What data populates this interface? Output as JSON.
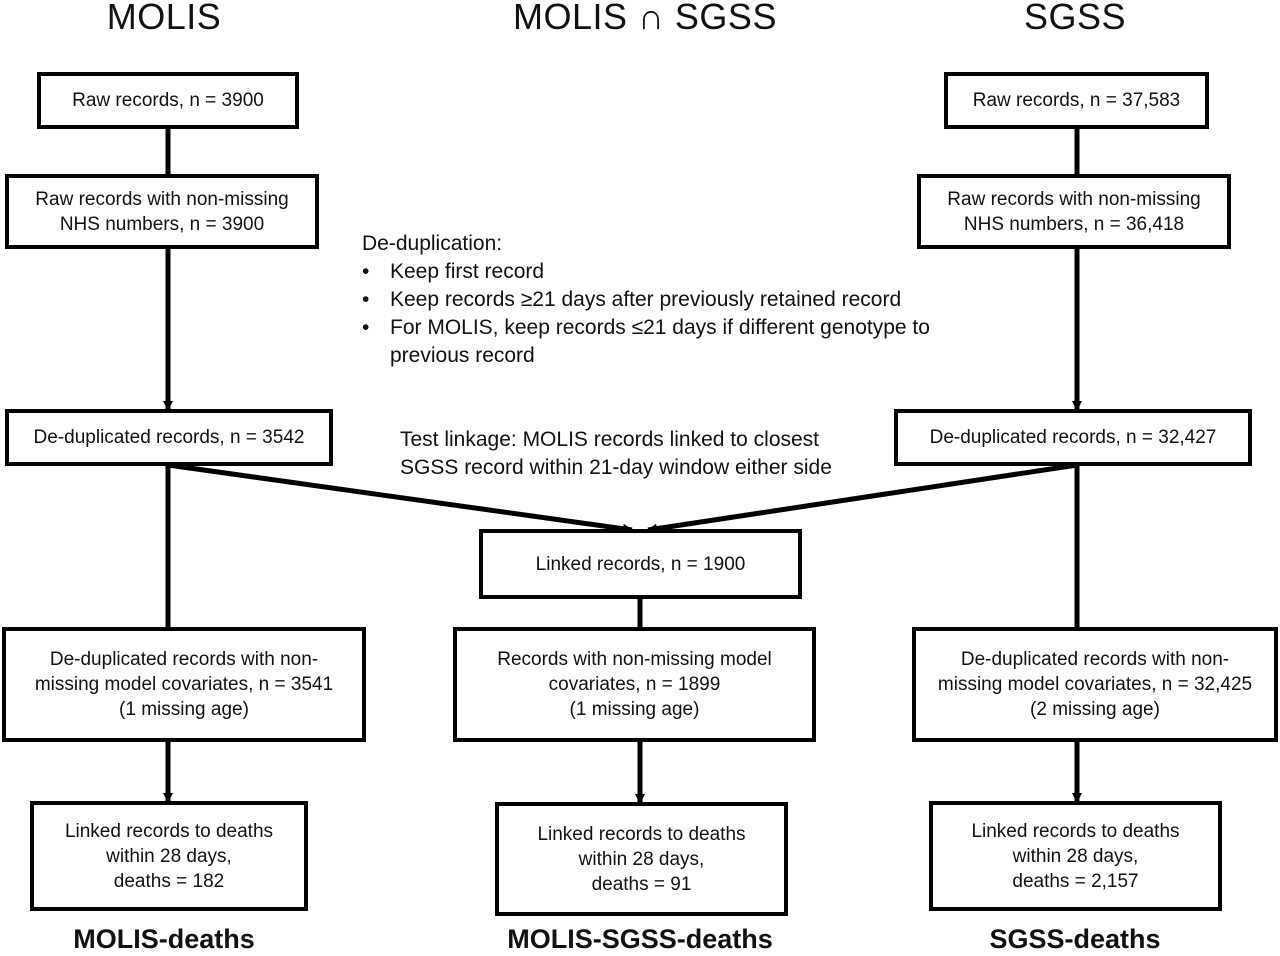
{
  "headers": {
    "molis": "MOLIS",
    "intersection": "MOLIS ∩ SGSS",
    "sgss": "SGSS"
  },
  "molis": {
    "raw": "Raw records, n = 3900",
    "nonmissing": [
      "Raw records with non-missing",
      "NHS numbers, n = 3900"
    ],
    "dedup": "De-duplicated records, n = 3542",
    "covariates": [
      "De-duplicated records with non-",
      "missing model covariates, n = 3541",
      "(1 missing age)"
    ],
    "deaths": [
      "Linked records to deaths",
      "within 28 days,",
      "deaths = 182"
    ],
    "footer": "MOLIS-deaths"
  },
  "linked": {
    "linked": "Linked records, n = 1900",
    "covariates": [
      "Records with non-missing model",
      "covariates, n = 1899",
      "(1 missing age)"
    ],
    "deaths": [
      "Linked records to deaths",
      "within 28 days,",
      "deaths = 91"
    ],
    "footer": "MOLIS-SGSS-deaths"
  },
  "sgss": {
    "raw": "Raw records, n = 37,583",
    "nonmissing": [
      "Raw records with non-missing",
      "NHS numbers, n = 36,418"
    ],
    "dedup": "De-duplicated records, n = 32,427",
    "covariates": [
      "De-duplicated records with non-",
      "missing model covariates, n = 32,425",
      "(2 missing age)"
    ],
    "deaths": [
      "Linked records to deaths",
      "within 28 days,",
      "deaths = 2,157"
    ],
    "footer": "SGSS-deaths"
  },
  "deduplication": {
    "title": "De-duplication:",
    "bullets": [
      "Keep first record",
      "Keep records ≥21 days after previously retained record",
      "For MOLIS, keep records ≤21 days if different genotype to previous record"
    ]
  },
  "test_linkage": {
    "lines": [
      "Test linkage: MOLIS records linked to closest",
      "SGSS record within 21-day window either side"
    ]
  }
}
